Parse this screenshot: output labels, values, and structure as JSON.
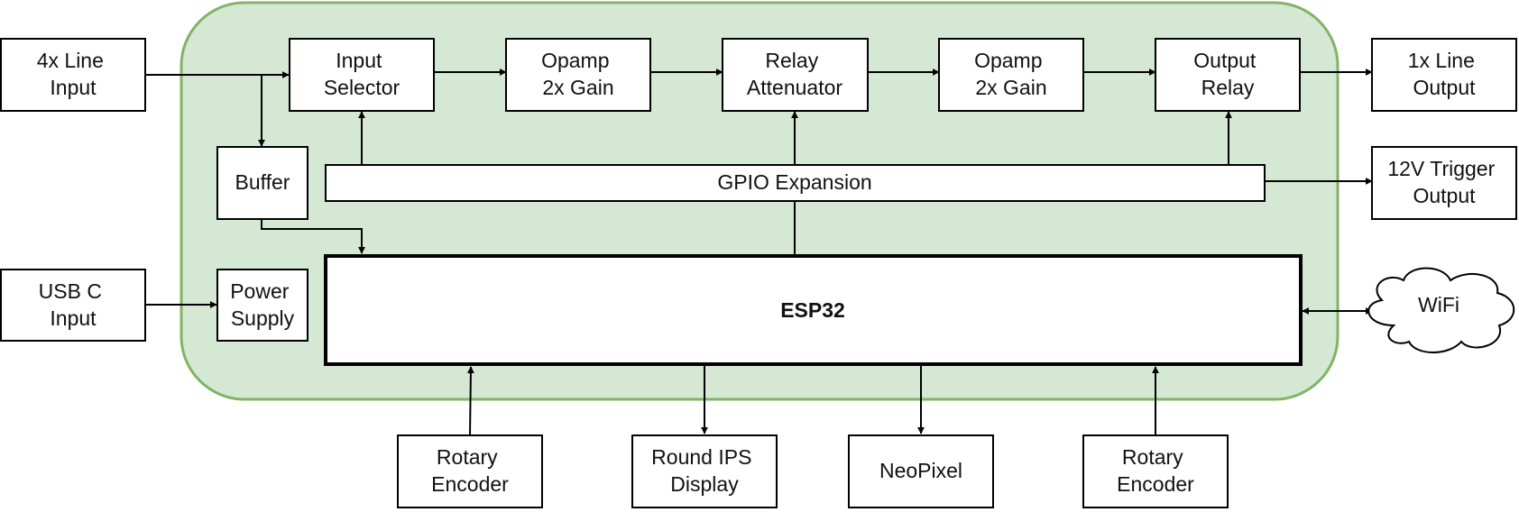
{
  "colors": {
    "board_fill": "#d5e8d4",
    "board_stroke": "#82b366",
    "box_stroke": "#000000",
    "box_fill": "#ffffff",
    "text": "#111111"
  },
  "blocks": {
    "line_input": [
      "4x Line",
      "Input"
    ],
    "input_selector": [
      "Input",
      "Selector"
    ],
    "opamp_1": [
      "Opamp",
      "2x Gain"
    ],
    "relay_attenuator": [
      "Relay",
      "Attenuator"
    ],
    "opamp_2": [
      "Opamp",
      "2x Gain"
    ],
    "output_relay": [
      "Output",
      "Relay"
    ],
    "line_output": [
      "1x Line",
      "Output"
    ],
    "buffer": [
      "Buffer"
    ],
    "gpio_expansion": [
      "GPIO Expansion"
    ],
    "trigger_output": [
      "12V Trigger",
      "Output"
    ],
    "usb_input": [
      "USB C",
      "Input"
    ],
    "power_supply": [
      "Power",
      "Supply"
    ],
    "esp32": [
      "ESP32"
    ],
    "wifi": [
      "WiFi"
    ],
    "rotary_encoder_left": [
      "Rotary",
      "Encoder"
    ],
    "round_display": [
      "Round IPS",
      "Display"
    ],
    "neopixel": [
      "NeoPixel"
    ],
    "rotary_encoder_right": [
      "Rotary",
      "Encoder"
    ]
  },
  "connections": [
    {
      "from": "line_input",
      "to": "input_selector"
    },
    {
      "from": "line_input",
      "to": "buffer"
    },
    {
      "from": "input_selector",
      "to": "opamp_1"
    },
    {
      "from": "opamp_1",
      "to": "relay_attenuator"
    },
    {
      "from": "relay_attenuator",
      "to": "opamp_2"
    },
    {
      "from": "opamp_2",
      "to": "output_relay"
    },
    {
      "from": "output_relay",
      "to": "line_output"
    },
    {
      "from": "gpio_expansion",
      "to": "input_selector"
    },
    {
      "from": "gpio_expansion",
      "to": "relay_attenuator"
    },
    {
      "from": "gpio_expansion",
      "to": "output_relay"
    },
    {
      "from": "gpio_expansion",
      "to": "trigger_output"
    },
    {
      "from": "esp32",
      "to": "gpio_expansion"
    },
    {
      "from": "buffer",
      "to": "esp32"
    },
    {
      "from": "usb_input",
      "to": "power_supply"
    },
    {
      "from": "esp32",
      "to": "wifi",
      "bidirectional": true
    },
    {
      "from": "rotary_encoder_left",
      "to": "esp32"
    },
    {
      "from": "esp32",
      "to": "round_display"
    },
    {
      "from": "esp32",
      "to": "neopixel"
    },
    {
      "from": "rotary_encoder_right",
      "to": "esp32"
    }
  ]
}
